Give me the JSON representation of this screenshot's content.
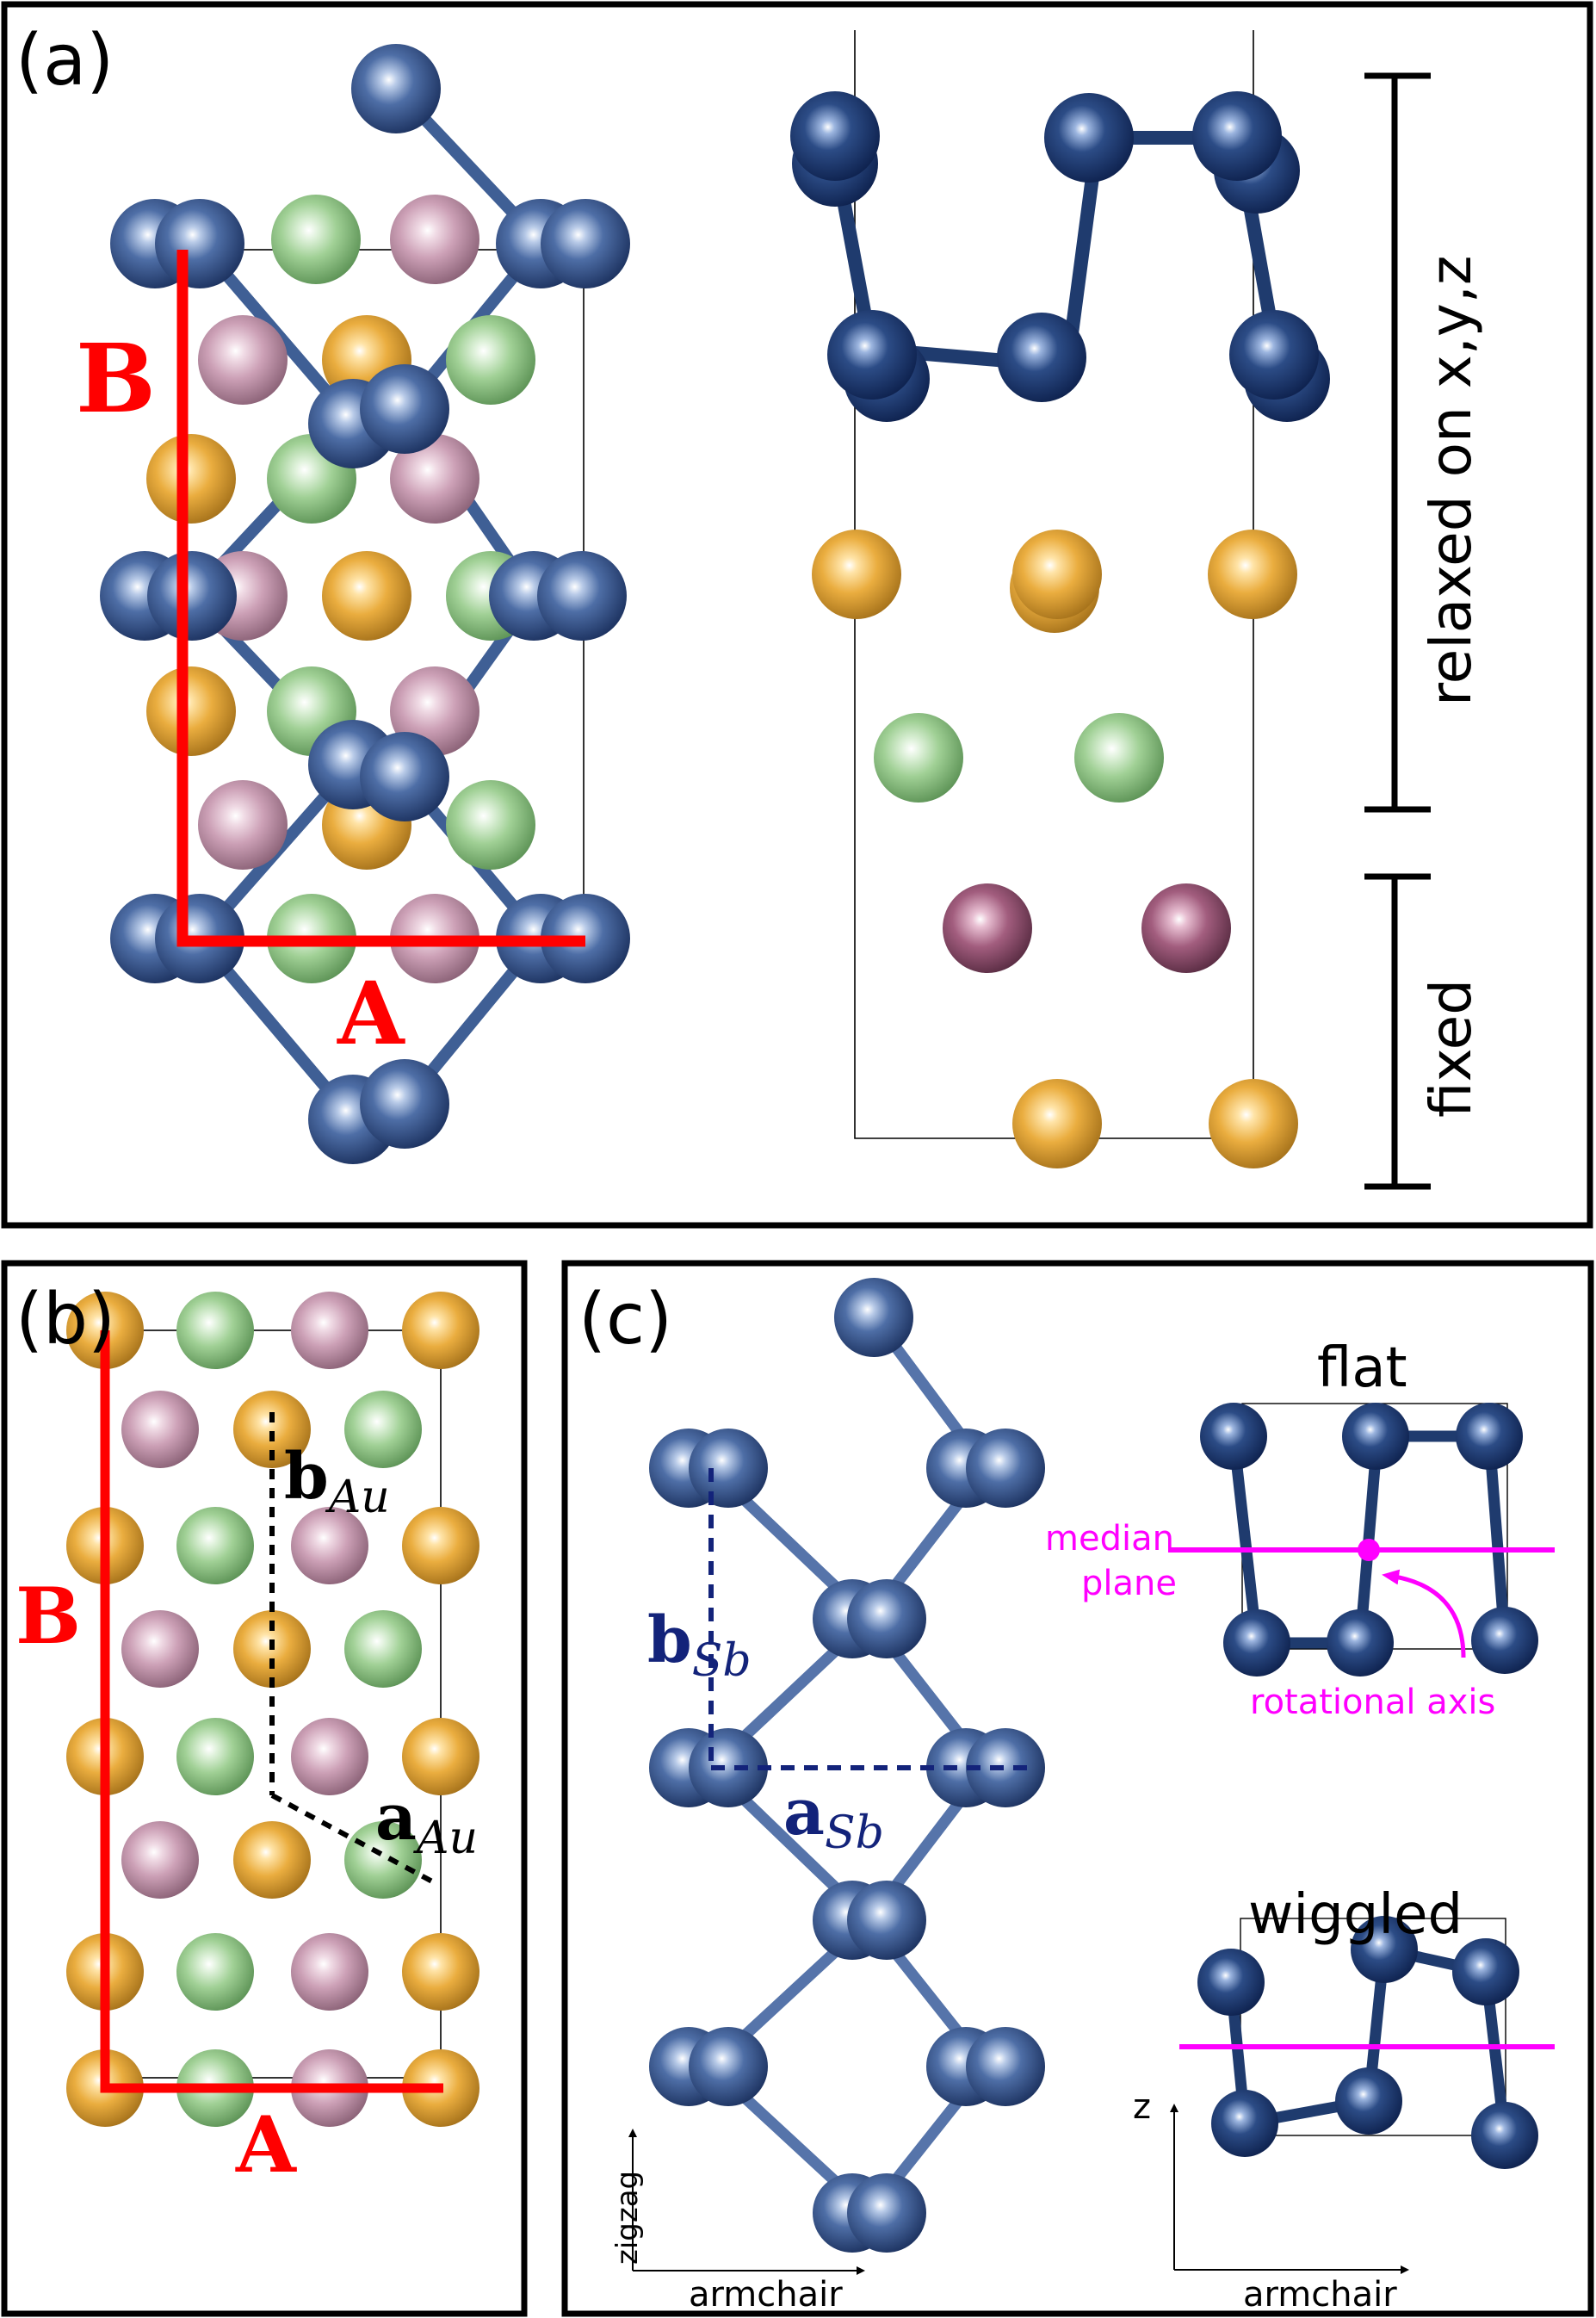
{
  "panels": {
    "a": {
      "label": "(a)"
    },
    "b": {
      "label": "(b)"
    },
    "c": {
      "label": "(c)"
    }
  },
  "labels": {
    "A": "A",
    "B": "B",
    "relaxed": "relaxed on x,y,z",
    "fixed": "fixed",
    "b_vec": "b",
    "b_sub": "Au",
    "a_vec": "a",
    "a_sub": "Au",
    "bsb_vec": "b",
    "bsb_sub": "Sb",
    "asb_vec": "a",
    "asb_sub": "Sb",
    "flat": "flat",
    "wiggled": "wiggled",
    "median": "median",
    "plane": "plane",
    "rot_axis": "rotational axis",
    "zigzag": "zigzag",
    "armchair": "armchair",
    "z": "z"
  },
  "colors": {
    "antimony": "#3f5f95",
    "antimony_dark": "#1f3b6e",
    "gold": "#e8a93c",
    "green": "#9ccc91",
    "pink": "#c99ab0",
    "mauve": "#9c5a78",
    "red": "#ff0000",
    "navy": "#13237a",
    "magenta": "#ff00ff"
  }
}
